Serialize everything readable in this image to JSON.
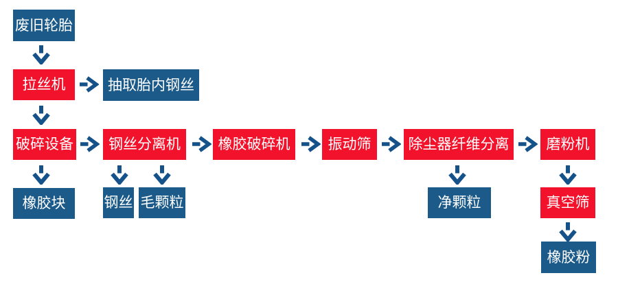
{
  "colors": {
    "machine_red": "#f2122b",
    "output_blue": "#1b5a89",
    "arrow_blue": "#16528a",
    "text_white": "#ffffff",
    "background": "#ffffff"
  },
  "nodes": {
    "waste_tires": {
      "label": "废旧轮胎",
      "color": "blue"
    },
    "wire_drawing_machine": {
      "label": "拉丝机",
      "color": "red"
    },
    "extract_tire_steel_wire": {
      "label": "抽取胎内钢丝",
      "color": "blue"
    },
    "crushing_equipment": {
      "label": "破碎设备",
      "color": "red"
    },
    "steel_wire_separator": {
      "label": "钢丝分离机",
      "color": "red"
    },
    "rubber_crusher": {
      "label": "橡胶破碎机",
      "color": "red"
    },
    "vibrating_screen": {
      "label": "振动筛",
      "color": "red"
    },
    "dust_fiber_separation": {
      "label": "除尘器纤维分离",
      "color": "red"
    },
    "grinding_machine": {
      "label": "磨粉机",
      "color": "red"
    },
    "rubber_block": {
      "label": "橡胶块",
      "color": "blue"
    },
    "steel_wire": {
      "label": "钢丝",
      "color": "blue"
    },
    "rough_granules": {
      "label": "毛颗粒",
      "color": "blue"
    },
    "clean_granules": {
      "label": "净颗粒",
      "color": "blue"
    },
    "vacuum_screen": {
      "label": "真空筛",
      "color": "red"
    },
    "rubber_powder": {
      "label": "橡胶粉",
      "color": "blue"
    }
  },
  "edges": [
    {
      "from": "废旧轮胎",
      "to": "拉丝机",
      "direction": "down"
    },
    {
      "from": "拉丝机",
      "to": "抽取胎内钢丝",
      "direction": "right"
    },
    {
      "from": "拉丝机",
      "to": "破碎设备",
      "direction": "down"
    },
    {
      "from": "破碎设备",
      "to": "钢丝分离机",
      "direction": "right"
    },
    {
      "from": "破碎设备",
      "to": "橡胶块",
      "direction": "down"
    },
    {
      "from": "钢丝分离机",
      "to": "钢丝",
      "direction": "down"
    },
    {
      "from": "钢丝分离机",
      "to": "毛颗粒",
      "direction": "down"
    },
    {
      "from": "钢丝分离机",
      "to": "橡胶破碎机",
      "direction": "right"
    },
    {
      "from": "橡胶破碎机",
      "to": "振动筛",
      "direction": "right"
    },
    {
      "from": "振动筛",
      "to": "除尘器纤维分离",
      "direction": "right"
    },
    {
      "from": "除尘器纤维分离",
      "to": "净颗粒",
      "direction": "down"
    },
    {
      "from": "除尘器纤维分离",
      "to": "磨粉机",
      "direction": "right"
    },
    {
      "from": "磨粉机",
      "to": "真空筛",
      "direction": "down"
    },
    {
      "from": "真空筛",
      "to": "橡胶粉",
      "direction": "down"
    }
  ]
}
